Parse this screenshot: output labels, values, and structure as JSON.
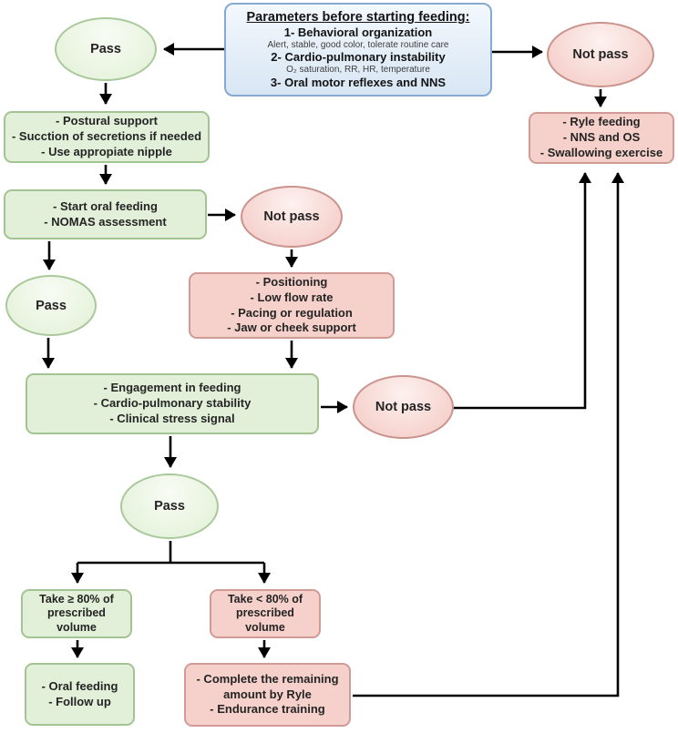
{
  "title_box": {
    "title": "Parameters before starting feeding:",
    "items": [
      {
        "label": "1- Behavioral organization",
        "detail": "Alert, stable, good color, tolerate routine care"
      },
      {
        "label": "2- Cardio-pulmonary instability",
        "detail": "O₂ saturation, RR, HR, temperature"
      },
      {
        "label": "3- Oral motor reflexes and NNS",
        "detail": ""
      }
    ]
  },
  "ellipses": {
    "pass_top": {
      "label": "Pass"
    },
    "not_pass_top": {
      "label": "Not pass"
    },
    "not_pass_mid": {
      "label": "Not pass"
    },
    "pass_left": {
      "label": "Pass"
    },
    "not_pass_low": {
      "label": "Not pass"
    },
    "pass_center": {
      "label": "Pass"
    }
  },
  "boxes": {
    "postural": {
      "lines": [
        "- Postural support",
        "- Sucction of secretions if needed",
        "- Use appropiate nipple"
      ]
    },
    "ryle": {
      "lines": [
        "- Ryle feeding",
        "- NNS and OS",
        "- Swallowing exercise"
      ]
    },
    "start_oral": {
      "lines": [
        "- Start oral feeding",
        "- NOMAS assessment"
      ]
    },
    "positioning": {
      "lines": [
        "- Positioning",
        "- Low flow rate",
        "- Pacing or regulation",
        "- Jaw or cheek support"
      ]
    },
    "engagement": {
      "lines": [
        "- Engagement in feeding",
        "- Cardio-pulmonary stability",
        "- Clinical stress signal"
      ]
    },
    "take_80": {
      "lines": [
        "Take ≥ 80% of",
        "prescribed",
        "volume"
      ]
    },
    "take_less_80": {
      "lines": [
        "Take < 80% of",
        "prescribed",
        "volume"
      ]
    },
    "oral_feeding": {
      "lines": [
        "- Oral feeding",
        "- Follow up"
      ]
    },
    "complete_ryle": {
      "lines": [
        "- Complete the remaining",
        "amount by Ryle",
        "- Endurance training"
      ]
    }
  },
  "colors": {
    "green_fill": "#e3f0d9",
    "green_border": "#a3c492",
    "pink_fill": "#f6d1cb",
    "pink_border": "#d09b94",
    "blue_fill": "#d8e6f4",
    "blue_border": "#85a9d2",
    "connector": "#000000"
  }
}
